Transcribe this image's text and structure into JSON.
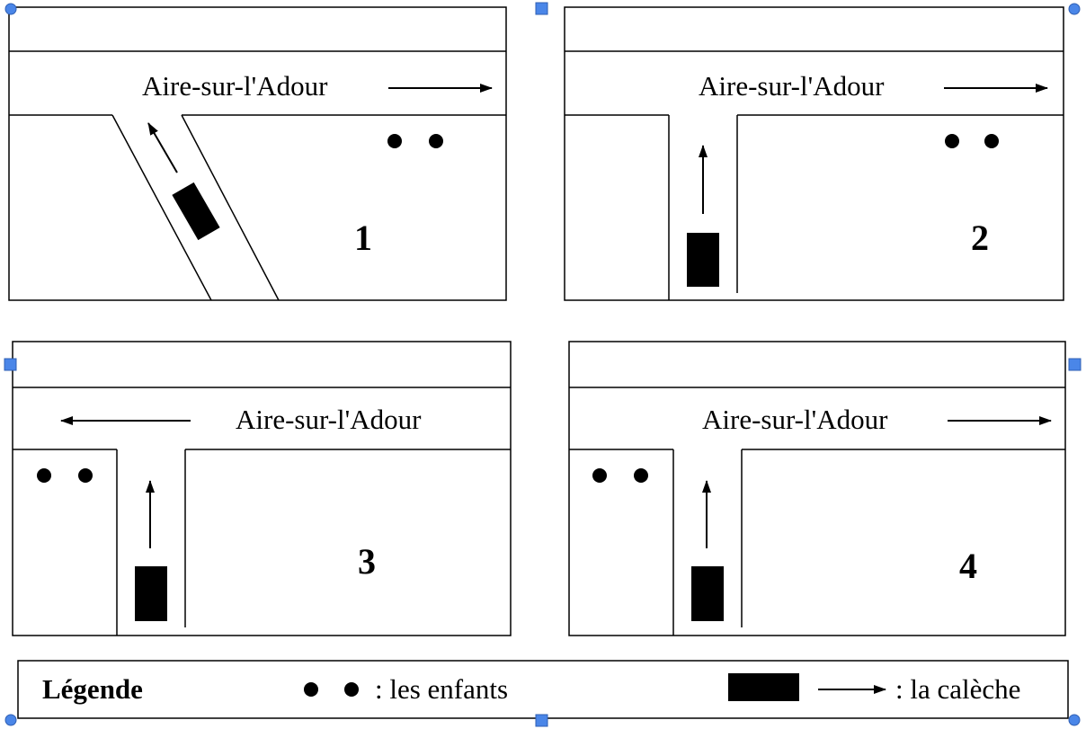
{
  "panels": [
    {
      "number": "1",
      "road_label": "Aire-sur-l'Adour",
      "direction": "right"
    },
    {
      "number": "2",
      "road_label": "Aire-sur-l'Adour",
      "direction": "right"
    },
    {
      "number": "3",
      "road_label": "Aire-sur-l'Adour",
      "direction": "left"
    },
    {
      "number": "4",
      "road_label": "Aire-sur-l'Adour",
      "direction": "right"
    }
  ],
  "legend": {
    "title": "Légende",
    "children_label": ": les enfants",
    "carriage_label": ": la calèche"
  },
  "colors": {
    "ink": "#000000",
    "selection_handle": "#4a86e8"
  }
}
